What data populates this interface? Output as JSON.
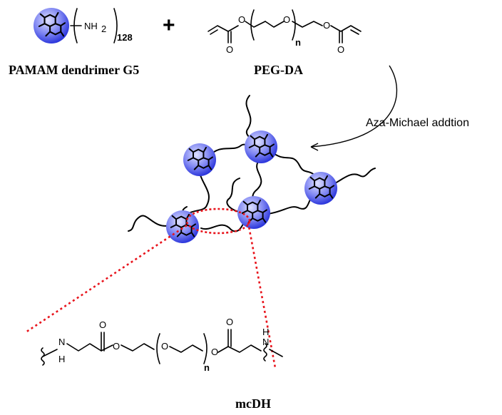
{
  "reactant_dendrimer": {
    "group": "NH",
    "group_sub": "2",
    "count": "128",
    "name": "PAMAM dendrimer G5"
  },
  "plus_sign": "+",
  "reactant_peg": {
    "name": "PEG-DA",
    "atom_o": "O",
    "repeat_n": "n"
  },
  "reaction_label": "Aza-Michael addtion",
  "product": {
    "name": "mcDH",
    "atom_n": "N",
    "atom_h": "H",
    "atom_o": "O",
    "repeat_n": "n"
  },
  "colors": {
    "sphere_center": "#c8ccff",
    "sphere_edge": "#1f2ad8",
    "highlight": "#e8141c"
  }
}
